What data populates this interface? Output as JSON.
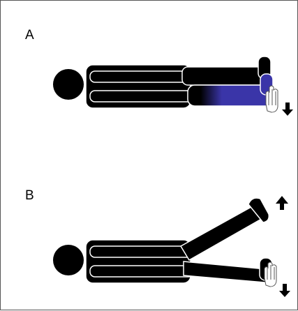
{
  "panels": [
    {
      "label": "A"
    },
    {
      "label": "B"
    }
  ],
  "colors": {
    "figure": "#000000",
    "highlight": "#3a35a8",
    "background": "#ffffff",
    "outline": "#ffffff"
  },
  "icons": {
    "panel_a": [
      "supine-body-figure",
      "hand-icon",
      "arrow-down-icon"
    ],
    "panel_b": [
      "supine-body-figure",
      "raised-leg",
      "hand-icon",
      "arrow-up-icon",
      "arrow-down-icon"
    ]
  }
}
